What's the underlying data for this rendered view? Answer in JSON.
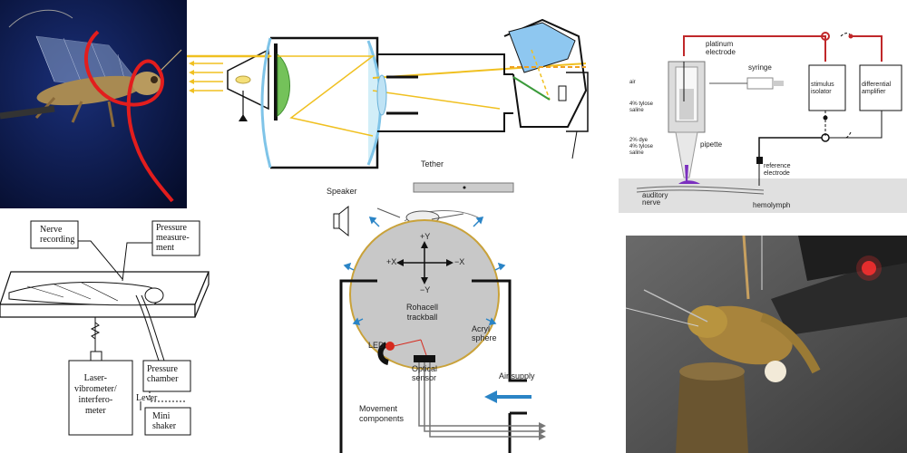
{
  "panel_optics": {
    "colors": {
      "beam": "#f0c020",
      "lens": "#bfe3f5",
      "outline": "#111111",
      "green": "#58b058"
    }
  },
  "panel_electrophys": {
    "labels": {
      "platinum_electrode": "platinum\nelectrode",
      "syringe": "syringe",
      "air": "air",
      "tylose_saline": "4% tylose\nsaline",
      "pipette": "pipette",
      "dye_saline": "2% dye\n4% tylose\nsaline",
      "auditory_nerve": "auditory\nnerve",
      "stimulus_isolator": "stimulus\nisolator",
      "differential_amplifier": "differential\namplifier",
      "reference_electrode": "reference\nelectrode",
      "hemolymph": "hemolymph"
    },
    "colors": {
      "wire": "#c0282a",
      "dye": "#7b2fbf"
    }
  },
  "panel_laser": {
    "labels": {
      "nerve_recording": "Nerve\nrecording",
      "pressure_measurement": "Pressure\nmeasure-\nment",
      "laser_vibrometer": "Laser-\nvibrometer/\ninterfero-\nmeter",
      "pressure_chamber": "Pressure\nchamber",
      "lever": "Lever",
      "mini_shaker": "Mini\nshaker"
    }
  },
  "panel_trackball": {
    "labels": {
      "tether": "Tether",
      "speaker": "Speaker",
      "plus_y": "+Y",
      "minus_y": "−Y",
      "plus_x": "+X",
      "minus_x": "−X",
      "rohacell": "Rohacell\ntrackball",
      "acryl": "Acryl\nsphere",
      "led": "LED",
      "optical_sensor": "Optical\nsensor",
      "air_supply": "Air supply",
      "movement_components": "Movement\ncomponents"
    },
    "colors": {
      "air_arrow": "#2a84c6",
      "sphere": "#c8c8c8",
      "led": "#d62a1e"
    }
  }
}
